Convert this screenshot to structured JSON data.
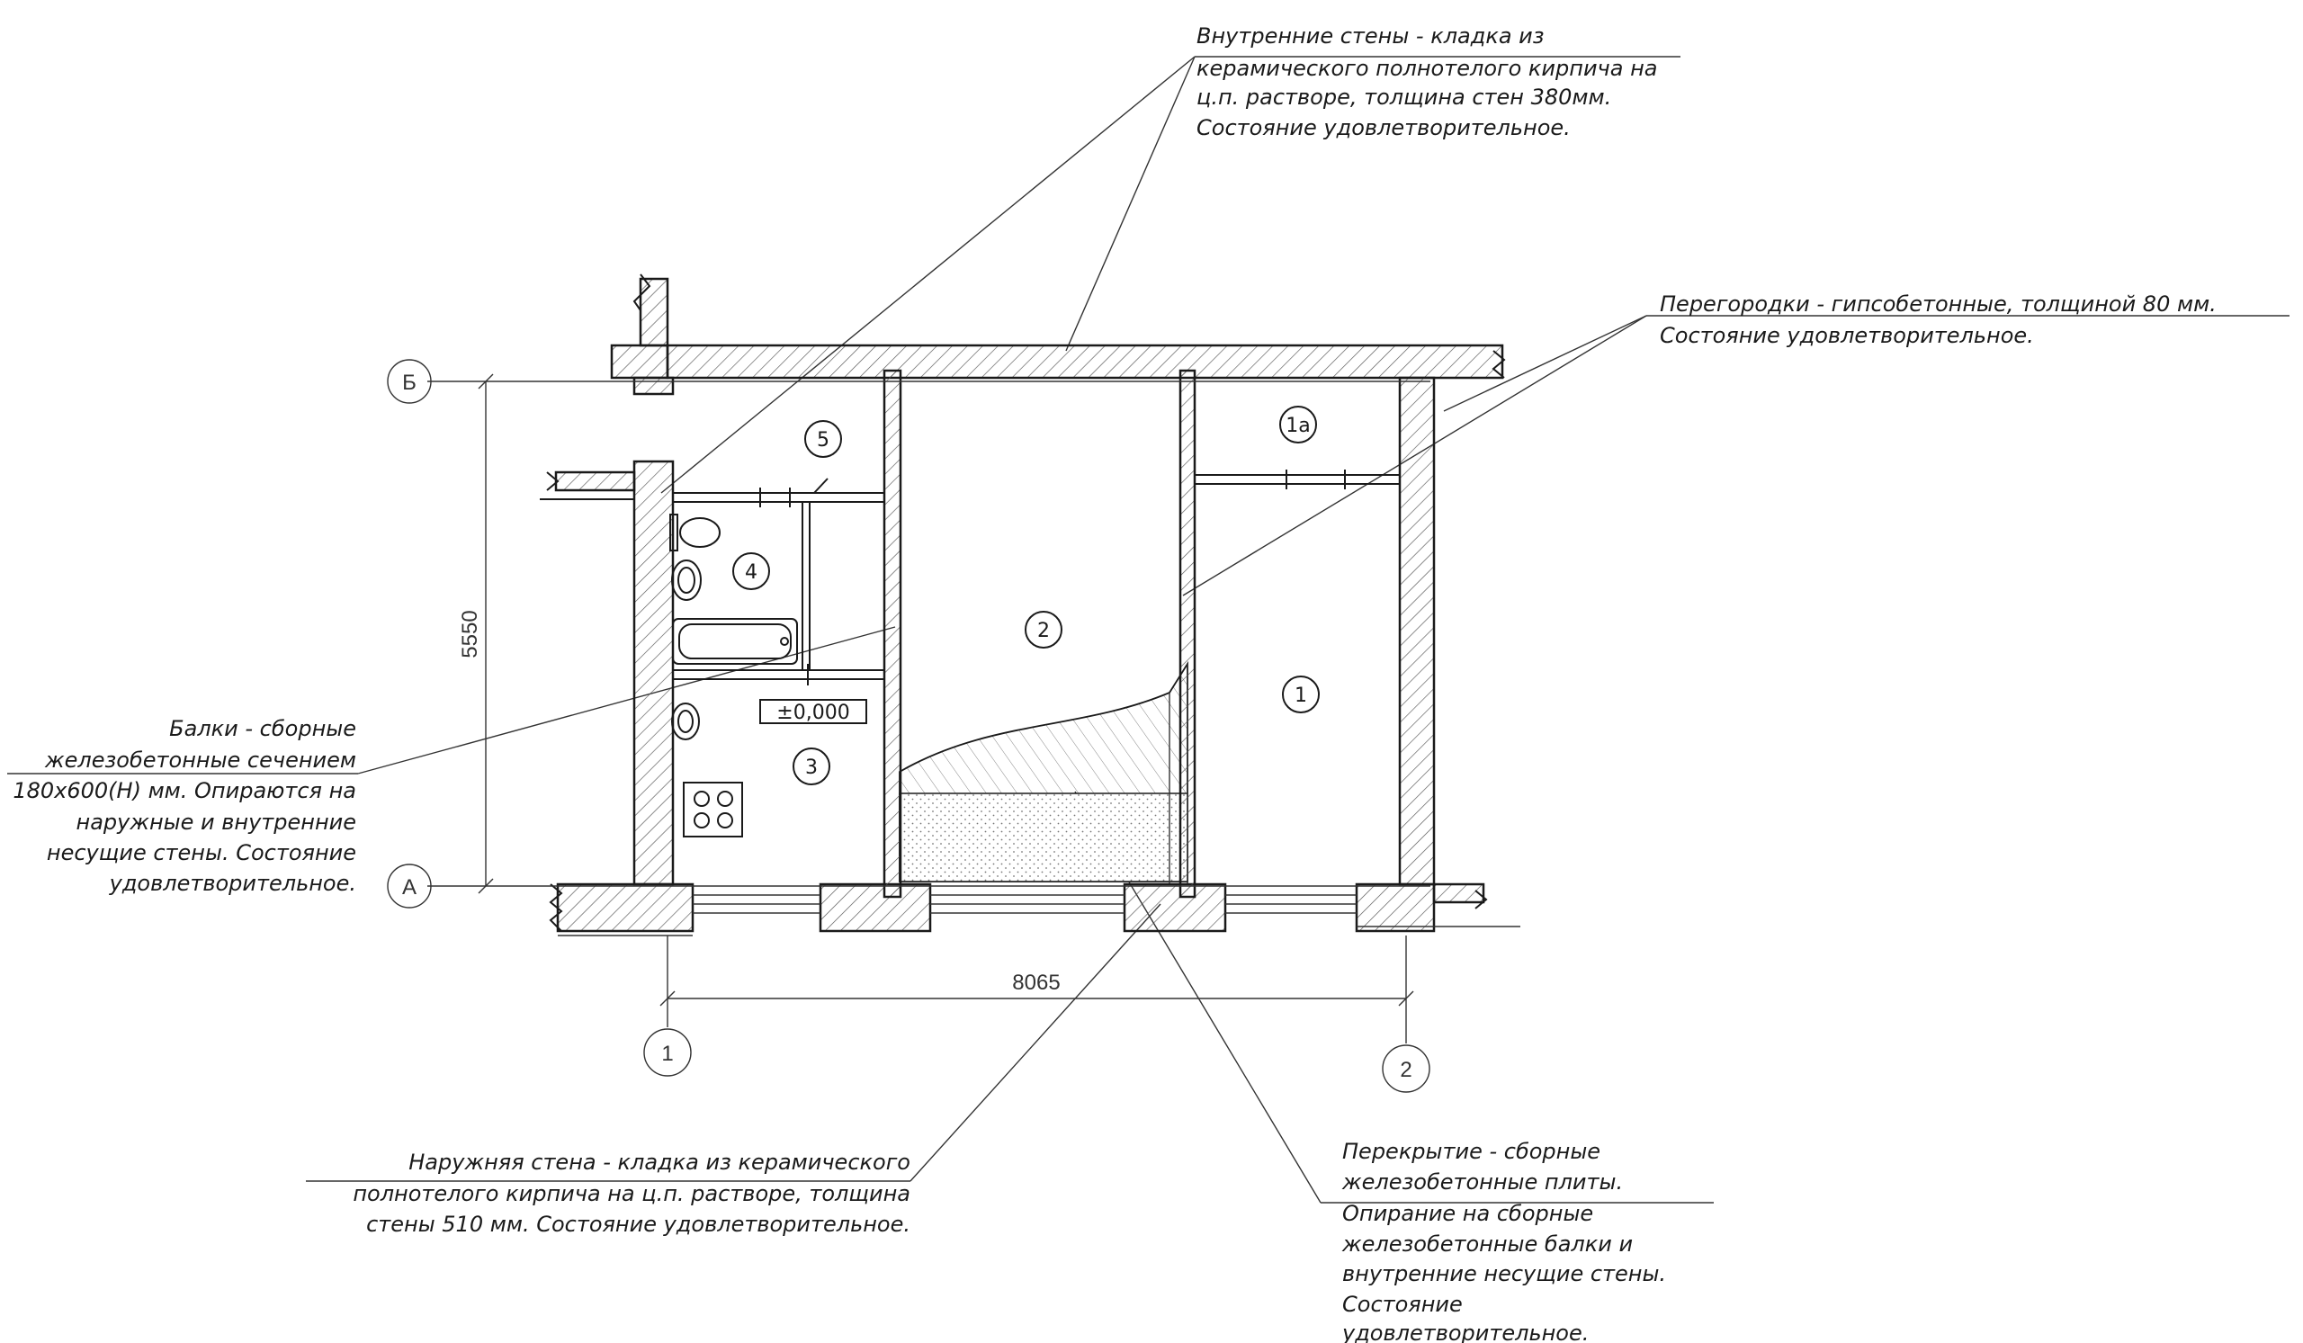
{
  "annotations": {
    "inner_walls": [
      "Внутренние стены - кладка из",
      "керамического полнотелого  кирпича на",
      "ц.п. растворе, толщина  стен 380мм.",
      "Состояние удовлетворительное."
    ],
    "partitions": [
      "Перегородки - гипсобетонные, толщиной 80 мм.",
      "Состояние удовлетворительное."
    ],
    "beams": [
      "Балки - сборные",
      "железобетонные сечением",
      "180х600(Н) мм. Опираются на",
      "наружные и внутренние",
      "несущие стены. Состояние",
      "удовлетворительное."
    ],
    "outer_wall": [
      "Наружняя стена - кладка из керамического",
      "полнотелого  кирпича на ц.п. растворе, толщина",
      "стены 510 мм. Состояние удовлетворительное."
    ],
    "slab": [
      "Перекрытие - сборные",
      "железобетонные плиты.",
      "Опирание на сборные",
      "железобетонные балки и",
      "внутренние несущие стены.",
      "Состояние",
      "удовлетворительное."
    ]
  },
  "axes": {
    "row_b": "Б",
    "row_a": "А",
    "col_1": "1",
    "col_2": "2"
  },
  "dimensions": {
    "vertical": "5550",
    "horizontal": "8065"
  },
  "level_mark": "±0,000",
  "rooms": {
    "r1": "1",
    "r1a": "1а",
    "r2": "2",
    "r3": "3",
    "r4": "4",
    "r5": "5"
  }
}
